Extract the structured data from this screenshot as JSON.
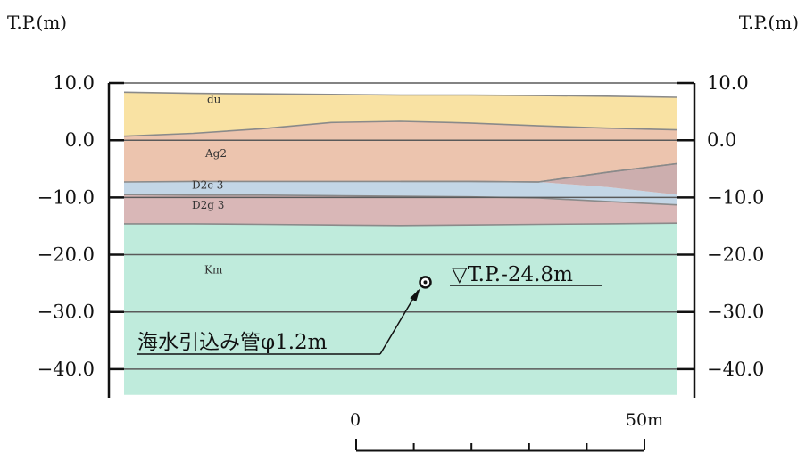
{
  "unit_label_left": "T.P.(m)",
  "unit_label_right": "T.P.(m)",
  "y_axis": {
    "min": -45,
    "max": 10,
    "ticks": [
      {
        "value": 10,
        "label": "10.0"
      },
      {
        "value": 0,
        "label": "0.0"
      },
      {
        "value": -10,
        "label": "−10.0"
      },
      {
        "value": -20,
        "label": "−20.0"
      },
      {
        "value": -30,
        "label": "−30.0"
      },
      {
        "value": -40,
        "label": "−40.0"
      }
    ]
  },
  "layers": [
    {
      "id": "du",
      "label": "du",
      "color": "#f9e2a3",
      "top": [
        8.4,
        8.2,
        8.1,
        8.0,
        7.9,
        7.9,
        7.8,
        7.7,
        7.5
      ],
      "bottom": [
        0.7,
        1.2,
        2.0,
        3.1,
        3.3,
        3.0,
        2.5,
        2.1,
        1.8
      ]
    },
    {
      "id": "Ag2",
      "label": "Ag2",
      "color": "#ecc4ae",
      "top": [
        0.7,
        1.2,
        2.0,
        3.1,
        3.3,
        3.0,
        2.5,
        2.1,
        1.8
      ],
      "bottom": [
        -7.3,
        -7.2,
        -7.2,
        -7.2,
        -7.2,
        -7.2,
        -7.3,
        -5.6,
        -4.1
      ]
    },
    {
      "id": "D2c3",
      "label": "D2c 3",
      "color": "#c3d6e6",
      "top": [
        -7.3,
        -7.2,
        -7.2,
        -7.2,
        -7.2,
        -7.2,
        -7.3,
        -8.2,
        -9.5
      ],
      "bottom": [
        -9.5,
        -9.6,
        -9.6,
        -9.7,
        -9.8,
        -9.9,
        -10.1,
        -10.7,
        -11.3
      ]
    },
    {
      "id": "D2g3",
      "label": "D2g 3",
      "color": "#d9b7b7",
      "top": [
        -9.5,
        -9.6,
        -9.6,
        -9.7,
        -9.8,
        -9.9,
        -10.1,
        -10.7,
        -11.3
      ],
      "bottom": [
        -14.6,
        -14.6,
        -14.7,
        -14.8,
        -14.9,
        -14.8,
        -14.7,
        -14.6,
        -14.5
      ]
    },
    {
      "id": "Km",
      "label": "Km",
      "color": "#bfebdc",
      "top": [
        -14.6,
        -14.6,
        -14.7,
        -14.8,
        -14.9,
        -14.8,
        -14.7,
        -14.6,
        -14.5
      ],
      "bottom": [
        -44.5,
        -44.5,
        -44.5,
        -44.5,
        -44.5,
        -44.5,
        -44.5,
        -44.5,
        -44.5
      ]
    }
  ],
  "extra_lens": {
    "color": "#ccaeae",
    "top": [
      -7.2,
      -7.2,
      -7.3,
      -5.6,
      -4.1
    ],
    "bottom": [
      -7.2,
      -7.2,
      -7.3,
      -8.2,
      -9.5
    ]
  },
  "marker": {
    "x": 12,
    "elevation": -24.8
  },
  "annotations": {
    "elevation": "▽T.P.-24.8m",
    "pipe": "海水引込み管φ1.2m"
  },
  "scale_bar": {
    "start_label": "0",
    "end_label": "50m",
    "length": 50,
    "divisions": 5
  }
}
